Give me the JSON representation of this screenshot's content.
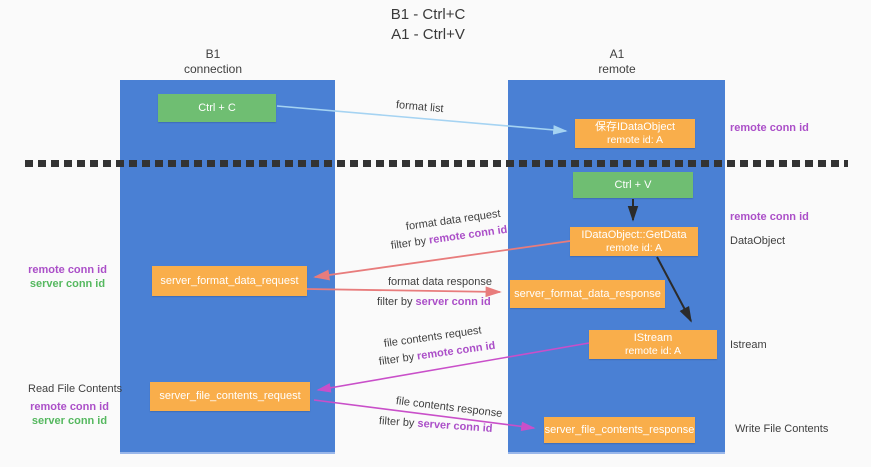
{
  "title": {
    "line1": "B1 - Ctrl+C",
    "line2": "A1 - Ctrl+V"
  },
  "lanes": {
    "left": {
      "name": "B1",
      "sub": "connection"
    },
    "right": {
      "name": "A1",
      "sub": "remote"
    }
  },
  "boxes": {
    "ctrl_c": "Ctrl + C",
    "ctrl_v": "Ctrl + V",
    "save_dataobject": {
      "line1": "保存IDataObject",
      "line2": "remote id: A"
    },
    "getdata": {
      "line1": "IDataObject::GetData",
      "line2": "remote id: A"
    },
    "istream": {
      "line1": "IStream",
      "line2": "remote id: A"
    },
    "format_request": "server_format_data_request",
    "format_response": "server_format_data_response",
    "file_request": "server_file_contents_request",
    "file_response": "server_file_contents_response"
  },
  "side_labels": {
    "remote_conn_top": "remote conn id",
    "remote_conn_mid": "remote conn id",
    "dataobject": "DataObject",
    "istream": "Istream",
    "read_file": "Read File Contents",
    "write_file": "Write File Contents",
    "legend1": {
      "remote": "remote conn id",
      "server": "server conn id"
    },
    "legend2": {
      "remote": "remote conn id",
      "server": "server conn id"
    }
  },
  "arrow_labels": {
    "format_list": "format list",
    "format_data_request": "format data request",
    "filter_remote_1": {
      "prefix": "filter by ",
      "key": "remote conn id"
    },
    "format_data_response": "format data response",
    "filter_server_1": {
      "prefix": "filter by ",
      "key": "server conn id"
    },
    "file_contents_request": "file contents request",
    "filter_remote_2": {
      "prefix": "filter by ",
      "key": "remote conn id"
    },
    "file_contents_response": "file contents response",
    "filter_server_2": {
      "prefix": "filter by ",
      "key": "server conn id"
    }
  },
  "colors": {
    "lane_blue": "#4A80D4",
    "box_orange": "#F9AE4B",
    "box_green": "#6FBE72",
    "arrow_light_blue": "#A5D3F2",
    "arrow_red": "#E87C7C",
    "arrow_magenta": "#C94FC9",
    "arrow_black": "#2B2B2B",
    "label_purple": "#AB4FC8",
    "label_green": "#55B85F",
    "background": "#FAFAFA"
  }
}
